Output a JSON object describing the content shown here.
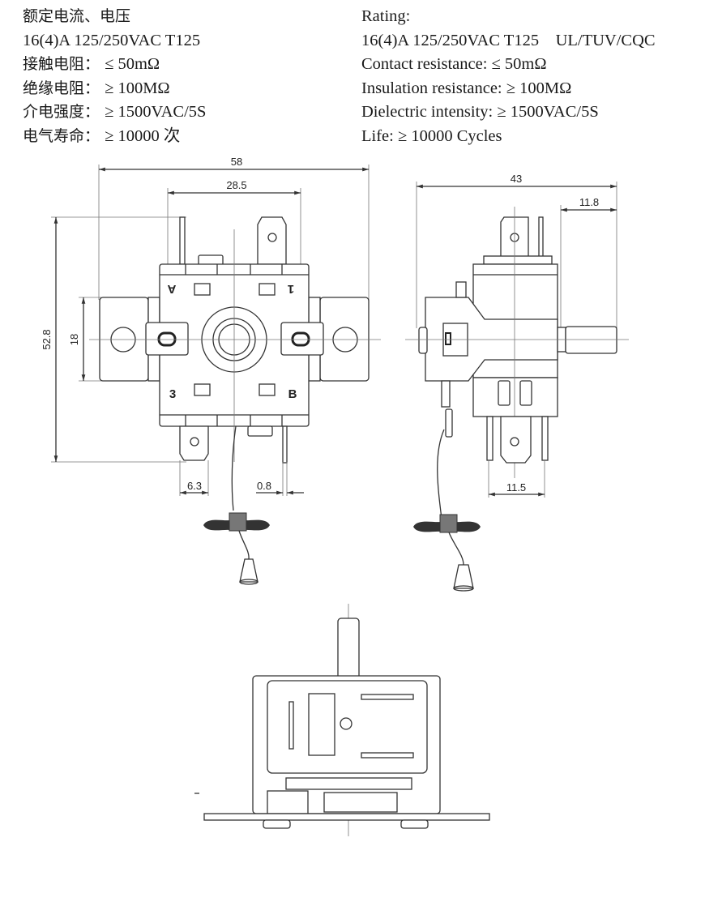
{
  "specs_cn": {
    "title": "额定电流、电压",
    "rating": "16(4)A 125/250VAC T125",
    "contact_resistance": {
      "label": "接触电阻：",
      "value": "≤ 50mΩ"
    },
    "insulation_resistance": {
      "label": "绝缘电阻：",
      "value": "≥ 100MΩ"
    },
    "dielectric_intensity": {
      "label": "介电强度：",
      "value": "≥ 1500VAC/5S"
    },
    "life": {
      "label": "电气寿命：",
      "value": "≥ 10000 次"
    }
  },
  "specs_en": {
    "title": "Rating:",
    "rating": "16(4)A 125/250VAC T125    UL/TUV/CQC",
    "contact_resistance": "Contact resistance: ≤ 50mΩ",
    "insulation_resistance": "Insulation resistance: ≥ 100MΩ",
    "dielectric_intensity": "Dielectric intensity: ≥ 1500VAC/5S",
    "life": "Life: ≥ 10000 Cycles"
  },
  "front_view": {
    "dims": {
      "overall_width": "58",
      "terminal_span": "28.5",
      "overall_height": "52.8",
      "bracket_height": "18",
      "terminal_width": "6.3",
      "terminal_thickness": "0.8"
    },
    "terminal_labels": {
      "top_left": "A",
      "top_right": "1",
      "bottom_left": "3",
      "bottom_right": "B"
    }
  },
  "side_view": {
    "dims": {
      "overall_length": "43",
      "shaft_length": "11.8",
      "terminal_span": "11.5"
    }
  }
}
